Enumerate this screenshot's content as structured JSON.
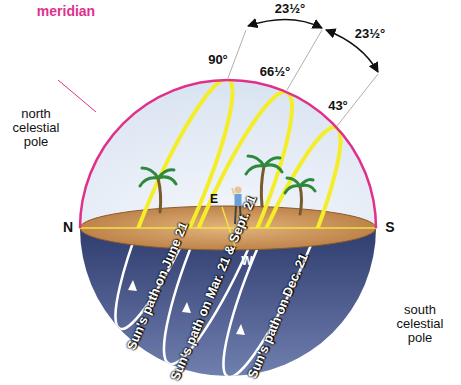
{
  "diagram": {
    "labels": [
      "meridian",
      "23½°",
      "23½°",
      "90°",
      "66½°",
      "43°",
      "north celestial pole",
      "N",
      "E",
      "S",
      "W",
      "south celestial pole",
      "Sun's path on June 21",
      "Sun's path on Mar. 21 & Sept. 21",
      "Sun's path on Dec. 21"
    ]
  }
}
